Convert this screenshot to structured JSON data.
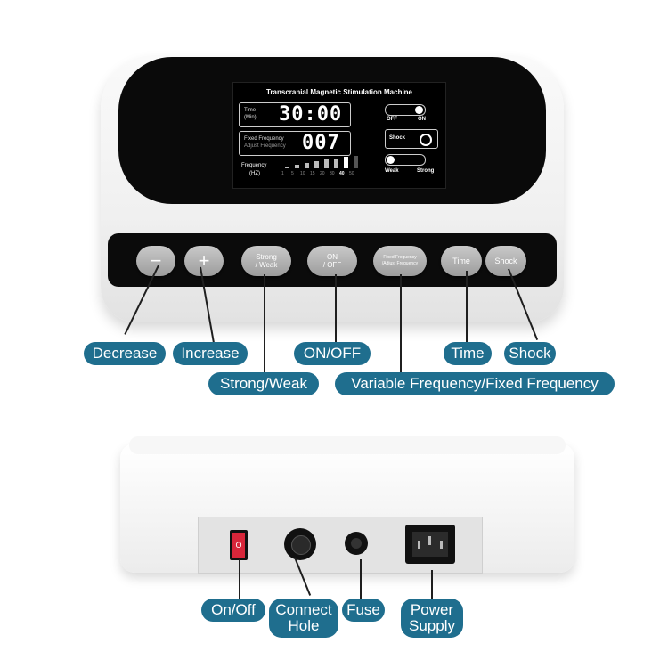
{
  "lcd": {
    "title": "Transcranial Magnetic Stimulation Machine",
    "time_label": "Time",
    "time_unit": "(Min)",
    "time_value": "30:00",
    "fixed_label": "Fixed Frequency",
    "adjust_label": "Adjust Frequency",
    "freq_value": "007",
    "off_label": "OFF",
    "on_label": "ON",
    "shock_label": "Shock",
    "weak_label": "Weak",
    "strong_label": "Strong",
    "frequency_label": "Frequency",
    "hz_label": "(HZ)",
    "freq_ticks": [
      "1",
      "5",
      "10",
      "15",
      "20",
      "30",
      "40",
      "50"
    ],
    "freq_selected": "40"
  },
  "buttons": {
    "decrease": "−",
    "increase": "+",
    "strong_weak": [
      "Strong",
      "/ Weak"
    ],
    "on_off": [
      "ON",
      "/ OFF"
    ],
    "fixed_adjust": [
      "Fixed Frequency",
      "/Adjust Frequency"
    ],
    "time": "Time",
    "shock": "Shock"
  },
  "labels": {
    "decrease": "Decrease",
    "increase": "Increase",
    "on_off": "ON/OFF",
    "time": "Time",
    "shock": "Shock",
    "strong_weak": "Strong/Weak",
    "variable_fixed": "Variable Frequency/Fixed Frequency",
    "power_switch": "On/Off",
    "connect_hole_1": "Connect",
    "connect_hole_2": "Hole",
    "fuse": "Fuse",
    "power_supply_1": "Power",
    "power_supply_2": "Supply"
  },
  "power_switch_mark": "O",
  "colors": {
    "label_bg": "#1f6e8e",
    "switch_red": "#d8263a"
  }
}
